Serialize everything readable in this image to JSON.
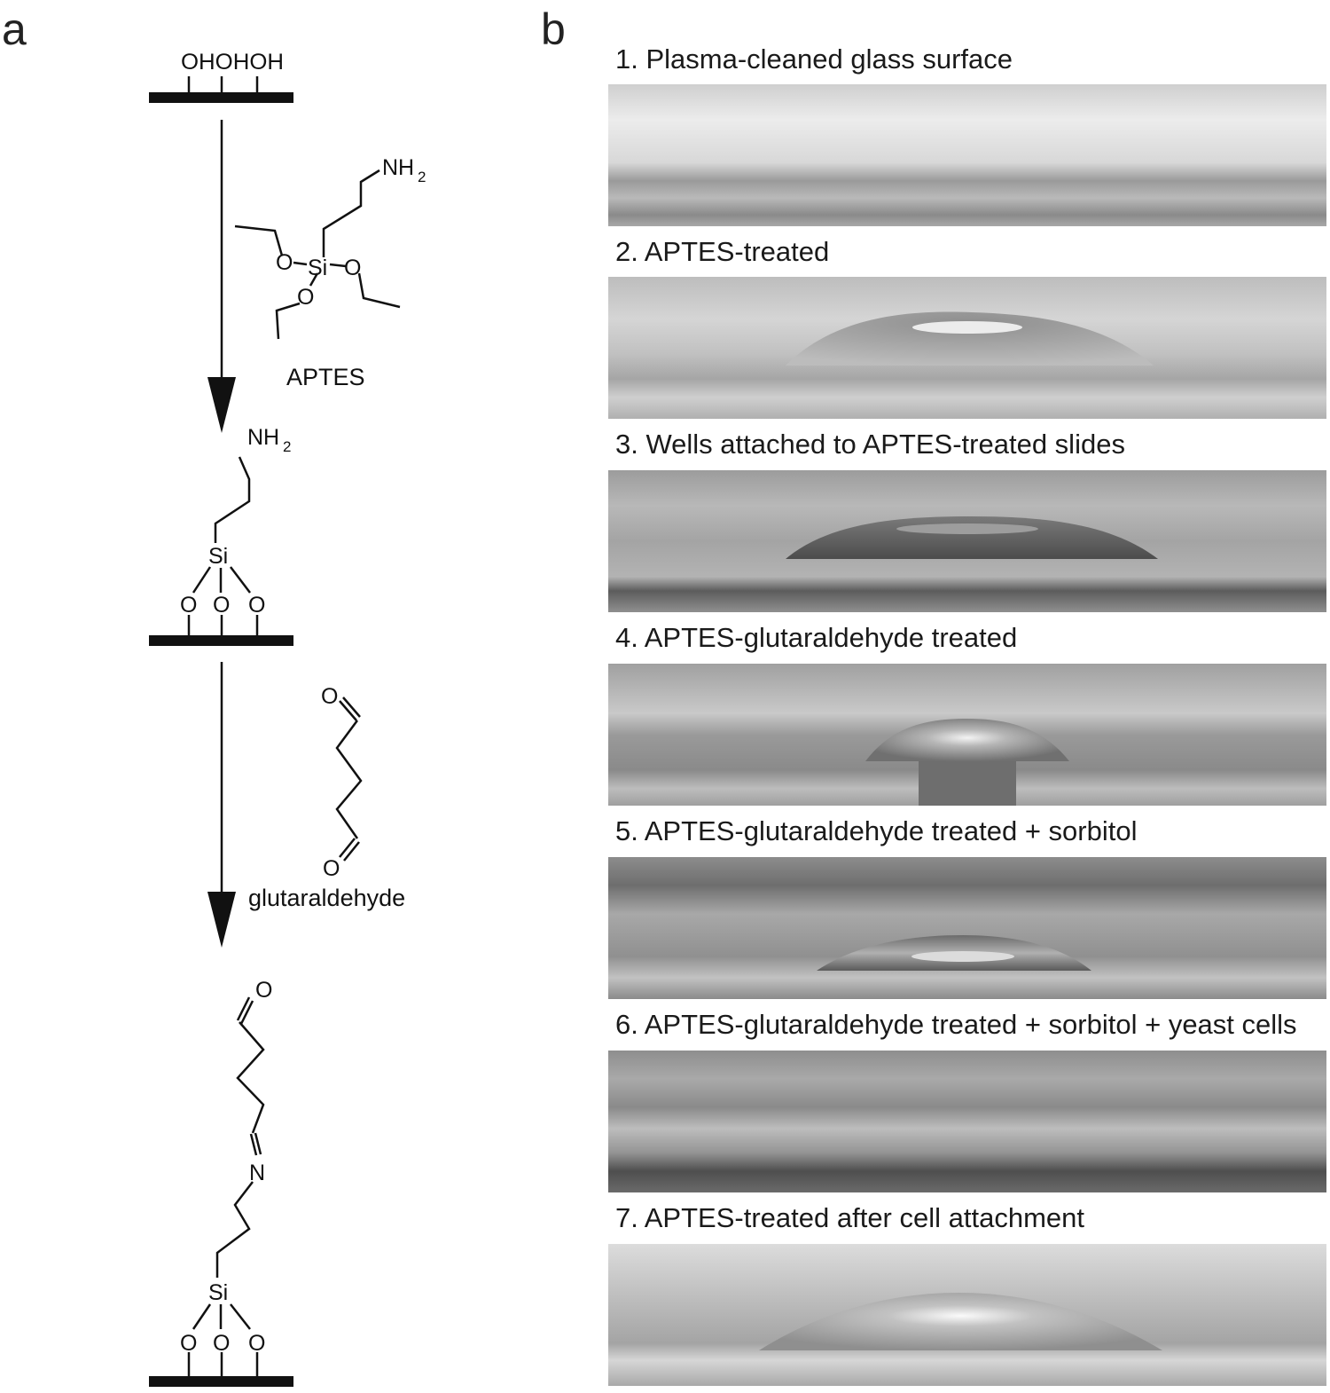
{
  "panel_a": {
    "letter": "a",
    "surface_groups_label": "OHOHOH",
    "amine_label": "NH",
    "subscript_2": "2",
    "silicon_label": "Si",
    "oxygen_label": "O",
    "nitrogen_label": "N",
    "reagent1_name": "APTES",
    "reagent2_name": "glutaraldehyde"
  },
  "panel_b": {
    "letter": "b",
    "rows": [
      {
        "label": "1. Plasma-cleaned glass surface"
      },
      {
        "label": "2. APTES-treated"
      },
      {
        "label": "3. Wells attached to APTES-treated slides"
      },
      {
        "label": "4. APTES-glutaraldehyde treated"
      },
      {
        "label": "5. APTES-glutaraldehyde treated + sorbitol"
      },
      {
        "label": "6. APTES-glutaraldehyde treated + sorbitol + yeast cells"
      },
      {
        "label": "7. APTES-treated after cell attachment"
      }
    ]
  }
}
